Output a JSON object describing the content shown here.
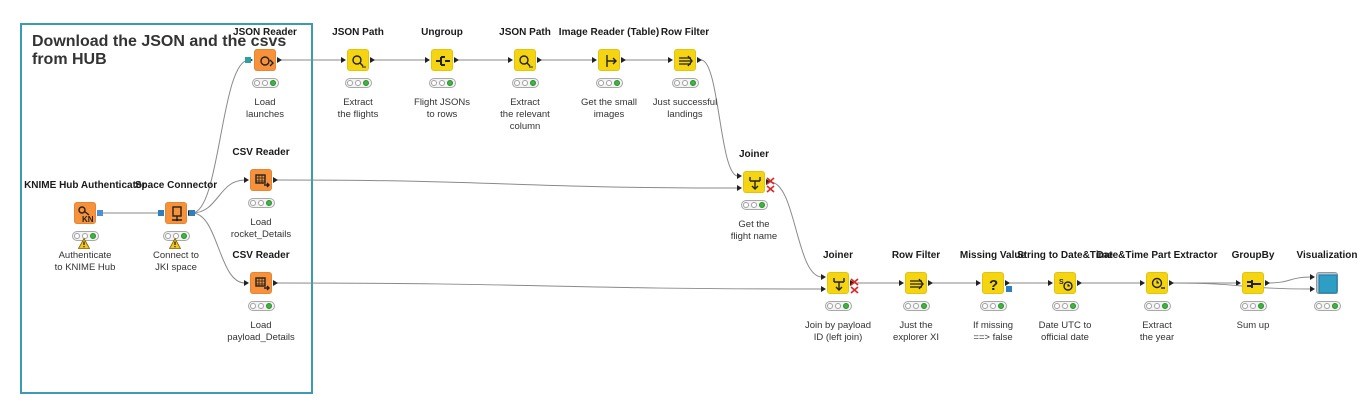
{
  "annotation": {
    "text": "Download the JSON and the csvs from HUB"
  },
  "nodes": [
    {
      "id": "hub_auth",
      "title": "KNIME Hub Authenticator",
      "label": [
        "Authenticate",
        "to KNIME Hub"
      ],
      "color": "#f7923a",
      "icon": "key-kn-icon",
      "status": "warning"
    },
    {
      "id": "space_conn",
      "title": "Space Connector",
      "label": [
        "Connect to",
        "JKI space"
      ],
      "color": "#f7923a",
      "icon": "space-connector-icon",
      "status": "warning"
    },
    {
      "id": "json_reader",
      "title": "JSON Reader",
      "label": [
        "Load",
        "launches"
      ],
      "color": "#f7923a",
      "icon": "json-reader-icon",
      "status": "ok"
    },
    {
      "id": "csv_reader_1",
      "title": "CSV Reader",
      "label": [
        "Load",
        "rocket_Details"
      ],
      "color": "#f7923a",
      "icon": "csv-reader-icon",
      "status": "ok"
    },
    {
      "id": "csv_reader_2",
      "title": "CSV Reader",
      "label": [
        "Load",
        "payload_Details"
      ],
      "color": "#f7923a",
      "icon": "csv-reader-icon",
      "status": "ok"
    },
    {
      "id": "json_path_1",
      "title": "JSON Path",
      "label": [
        "Extract",
        "the flights"
      ],
      "color": "#f5d512",
      "icon": "json-path-icon",
      "status": "ok"
    },
    {
      "id": "ungroup",
      "title": "Ungroup",
      "label": [
        "Flight JSONs",
        "to rows"
      ],
      "color": "#f5d512",
      "icon": "ungroup-icon",
      "status": "ok"
    },
    {
      "id": "json_path_2",
      "title": "JSON Path",
      "label": [
        "Extract",
        "the relevant",
        "column"
      ],
      "color": "#f5d512",
      "icon": "json-path-icon",
      "status": "ok"
    },
    {
      "id": "image_reader",
      "title": "Image Reader (Table)",
      "label": [
        "Get the small",
        "images"
      ],
      "color": "#f5d512",
      "icon": "image-reader-icon",
      "status": "ok"
    },
    {
      "id": "row_filter_1",
      "title": "Row Filter",
      "label": [
        "Just successful",
        "landings"
      ],
      "color": "#f5d512",
      "icon": "row-filter-icon",
      "status": "ok"
    },
    {
      "id": "joiner_1",
      "title": "Joiner",
      "label": [
        "Get the",
        "flight name"
      ],
      "color": "#f5d512",
      "icon": "joiner-icon",
      "status": "ok"
    },
    {
      "id": "joiner_2",
      "title": "Joiner",
      "label": [
        "Join by payload",
        "ID (left join)"
      ],
      "color": "#f5d512",
      "icon": "joiner-icon",
      "status": "ok"
    },
    {
      "id": "row_filter_2",
      "title": "Row Filter",
      "label": [
        "Just the",
        "explorer XI"
      ],
      "color": "#f5d512",
      "icon": "row-filter-icon",
      "status": "ok"
    },
    {
      "id": "missing_value",
      "title": "Missing Value",
      "label": [
        "If missing",
        "==> false"
      ],
      "color": "#f5d512",
      "icon": "question-icon",
      "status": "ok"
    },
    {
      "id": "string_to_date",
      "title": "String to Date&Time",
      "label": [
        "Date UTC to",
        "official date"
      ],
      "color": "#f5d512",
      "icon": "string-to-date-icon",
      "status": "ok"
    },
    {
      "id": "date_part",
      "title": "Date&Time Part Extractor",
      "label": [
        "Extract",
        "the year"
      ],
      "color": "#f5d512",
      "icon": "date-part-icon",
      "status": "ok"
    },
    {
      "id": "groupby",
      "title": "GroupBy",
      "label": [
        "Sum up"
      ],
      "color": "#f5d512",
      "icon": "groupby-icon",
      "status": "ok"
    },
    {
      "id": "visualization",
      "title": "Visualization",
      "label": [],
      "color": "#bcc4cb",
      "icon": "component-icon",
      "status": "ok"
    }
  ]
}
